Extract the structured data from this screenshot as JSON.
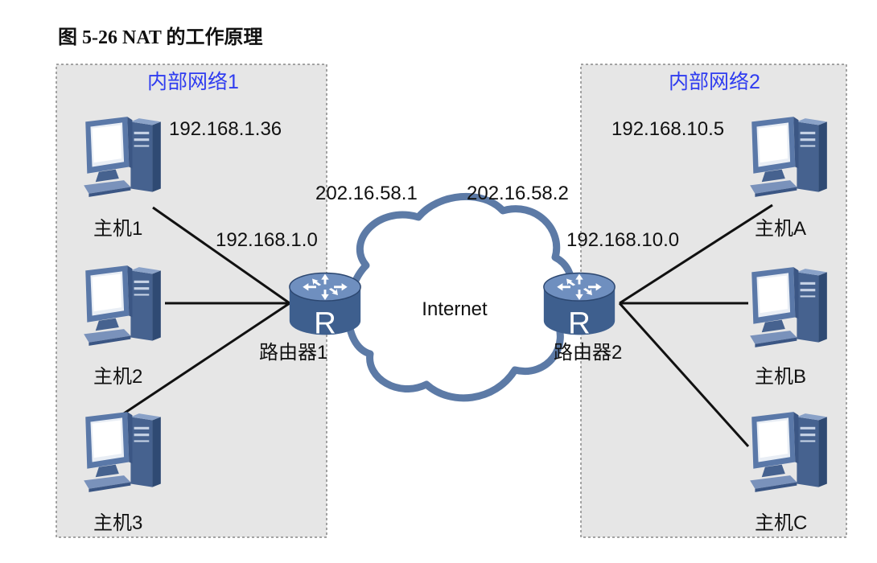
{
  "caption": "图 5-26 NAT 的工作原理",
  "colors": {
    "network_title": "#2f3cf0",
    "panel_fill": "#e6e6e6",
    "panel_border": "#888888",
    "device_blue": "#4d6a9a",
    "cloud_stroke": "#5c7aa6"
  },
  "network1": {
    "title": "内部网络1",
    "host_ip": "192.168.1.36",
    "subnet": "192.168.1.0",
    "router_label": "路由器1",
    "router_public_ip": "202.16.58.1",
    "hosts": [
      "主机1",
      "主机2",
      "主机3"
    ]
  },
  "network2": {
    "title": "内部网络2",
    "host_ip": "192.168.10.5",
    "subnet": "192.168.10.0",
    "router_label": "路由器2",
    "router_public_ip": "202.16.58.2",
    "hosts": [
      "主机A",
      "主机B",
      "主机C"
    ]
  },
  "internet": {
    "label": "Internet"
  },
  "icons": {
    "host": "desktop-computer-icon",
    "router": "router-icon",
    "internet": "cloud-icon"
  }
}
